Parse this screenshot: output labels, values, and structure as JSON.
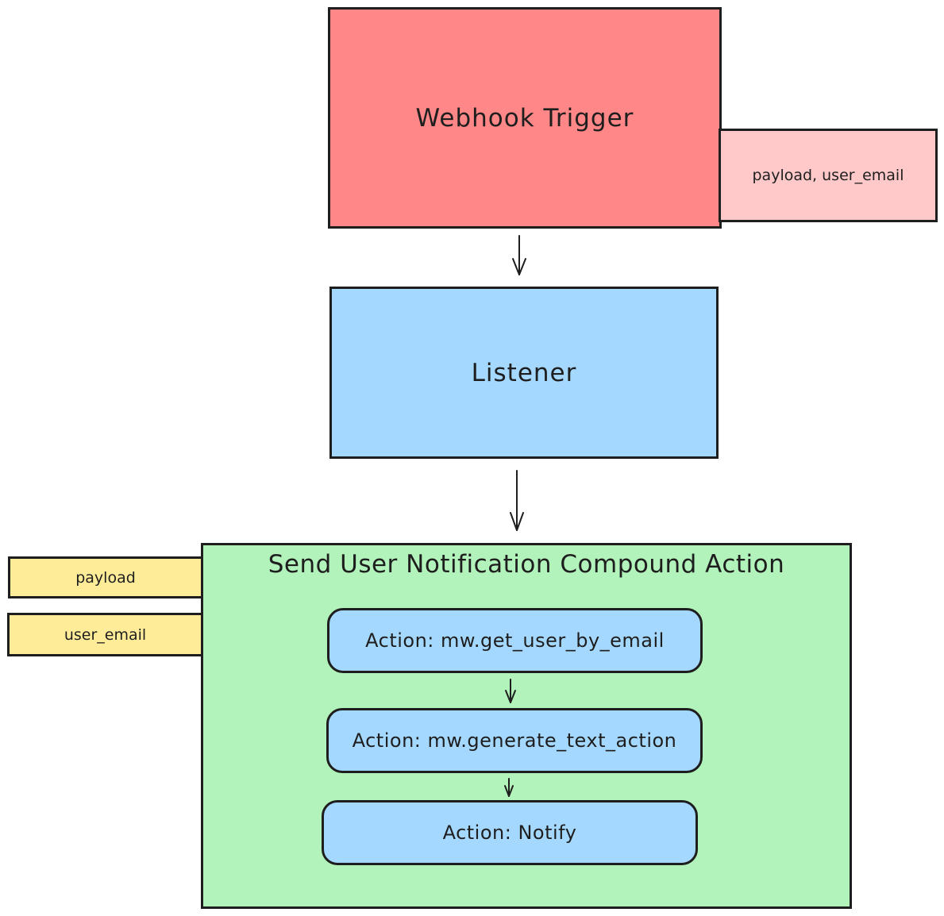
{
  "diagram": {
    "webhook_trigger": {
      "label": "Webhook Trigger",
      "fill": "#ff8787"
    },
    "webhook_output": {
      "label": "payload, user_email",
      "fill": "#ffc9c9"
    },
    "listener": {
      "label": "Listener",
      "fill": "#a5d8ff"
    },
    "compound_action": {
      "title": "Send User Notification Compound Action",
      "fill": "#b2f2bb",
      "actions": [
        {
          "label": "Action: mw.get_user_by_email"
        },
        {
          "label": "Action: mw.generate_text_action"
        },
        {
          "label": "Action: Notify"
        }
      ]
    },
    "inputs": [
      {
        "label": "payload",
        "fill": "#ffec99"
      },
      {
        "label": "user_email",
        "fill": "#ffec99"
      }
    ],
    "edges": [
      {
        "from": "Webhook Trigger",
        "to": "Listener"
      },
      {
        "from": "Listener",
        "to": "Send User Notification Compound Action"
      },
      {
        "from": "Action: mw.get_user_by_email",
        "to": "Action: mw.generate_text_action"
      },
      {
        "from": "Action: mw.generate_text_action",
        "to": "Action: Notify"
      }
    ]
  }
}
